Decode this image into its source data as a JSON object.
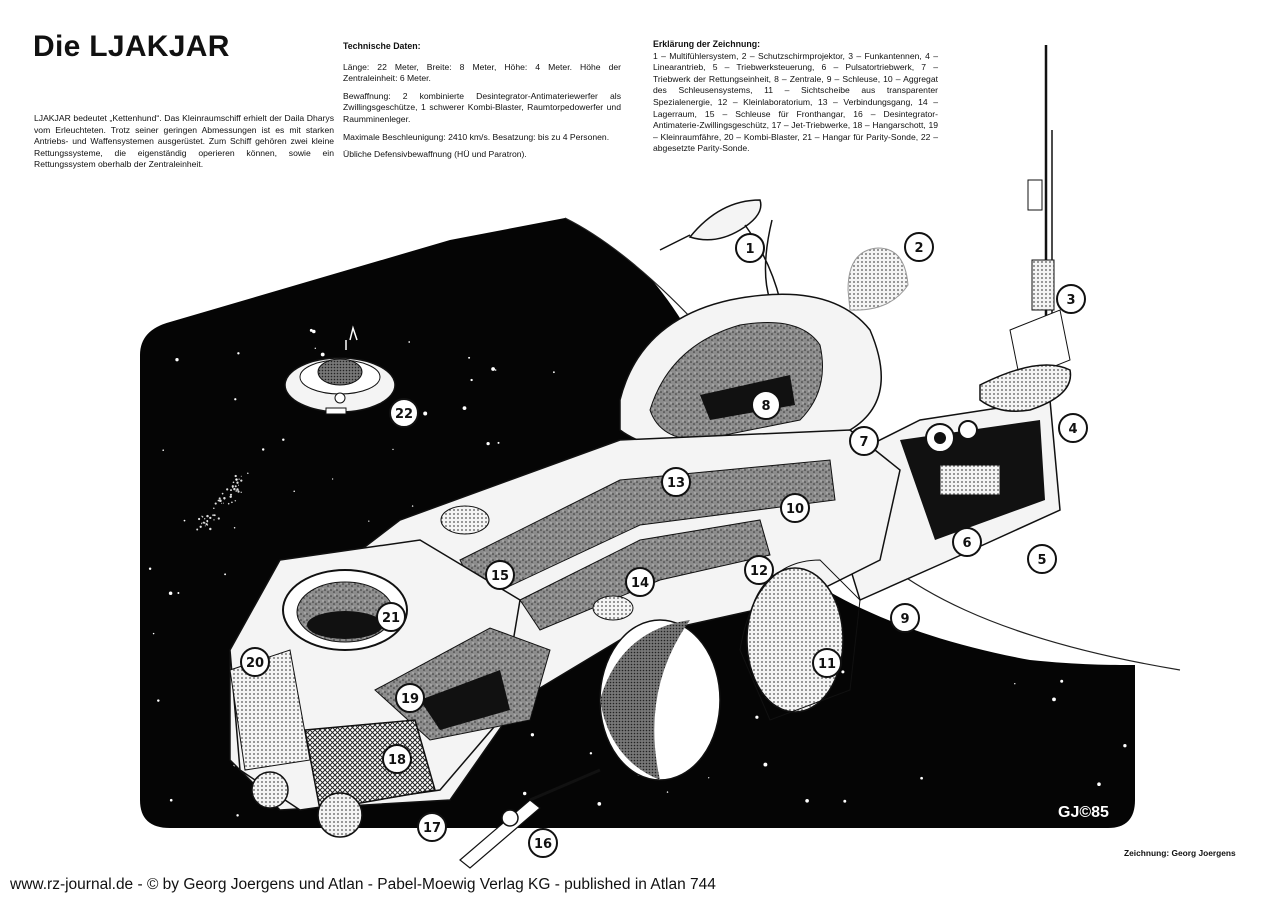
{
  "title": "Die LJAKJAR",
  "intro": "LJAKJAR bedeutet „Kettenhund“. Das Kleinraumschiff erhielt der Daila Dharys vom Erleuchteten. Trotz seiner geringen Abmessungen ist es mit starken Antriebs- und Waffensystemen ausgerüstet. Zum Schiff gehören zwei kleine Rettungssysteme, die eigenständig operieren können, sowie ein Rettungssystem oberhalb der Zentraleinheit.",
  "technical_data": {
    "heading": "Technische Daten:",
    "paragraphs": [
      "Länge: 22 Meter, Breite: 8 Meter, Höhe: 4 Meter. Höhe der Zentraleinheit: 6 Meter.",
      "Bewaffnung: 2 kombinierte Desintegrator-Antimateriewerfer als Zwillingsgeschütze, 1 schwerer Kombi-Blaster, Raumtorpedowerfer und Raumminenleger.",
      "Maximale Beschleunigung: 2410 km/s. Besatzung: bis zu 4 Personen.",
      "Übliche Defensivbewaffnung (HÜ und Paratron)."
    ]
  },
  "legend": {
    "heading": "Erklärung der Zeichnung:",
    "text": "1 – Multifühlersystem, 2 – Schutzschirmprojektor, 3 – Funkantennen, 4 – Linearantrieb, 5 – Triebwerksteuerung, 6 – Pulsatortriebwerk, 7 – Triebwerk der Rettungseinheit, 8 – Zentrale, 9 – Schleuse, 10 – Aggregat des Schleusensystems, 11 – Sichtscheibe aus transparenter Spezialenergie, 12 – Kleinlaboratorium, 13 – Verbindungsgang, 14 – Lagerraum, 15 – Schleuse für Fronthangar, 16 – Desintegrator-Antimaterie-Zwillingsgeschütz, 17 – Jet-Triebwerke, 18 – Hangarschott, 19 – Kleinraumfähre, 20 – Kombi-Blaster, 21 – Hangar für Parity-Sonde, 22 – abgesetzte Parity-Sonde.",
    "items": [
      {
        "n": "1",
        "label": "Multifühlersystem"
      },
      {
        "n": "2",
        "label": "Schutzschirmprojektor"
      },
      {
        "n": "3",
        "label": "Funkantennen"
      },
      {
        "n": "4",
        "label": "Linearantrieb"
      },
      {
        "n": "5",
        "label": "Triebwerksteuerung"
      },
      {
        "n": "6",
        "label": "Pulsatortriebwerk"
      },
      {
        "n": "7",
        "label": "Triebwerk der Rettungseinheit"
      },
      {
        "n": "8",
        "label": "Zentrale"
      },
      {
        "n": "9",
        "label": "Schleuse"
      },
      {
        "n": "10",
        "label": "Aggregat des Schleusensystems"
      },
      {
        "n": "11",
        "label": "Sichtscheibe aus transparenter Spezialenergie"
      },
      {
        "n": "12",
        "label": "Kleinlaboratorium"
      },
      {
        "n": "13",
        "label": "Verbindungsgang"
      },
      {
        "n": "14",
        "label": "Lagerraum"
      },
      {
        "n": "15",
        "label": "Schleuse für Fronthangar"
      },
      {
        "n": "16",
        "label": "Desintegrator-Antimaterie-Zwillingsgeschütz"
      },
      {
        "n": "17",
        "label": "Jet-Triebwerke"
      },
      {
        "n": "18",
        "label": "Hangarschott"
      },
      {
        "n": "19",
        "label": "Kleinraumfähre"
      },
      {
        "n": "20",
        "label": "Kombi-Blaster"
      },
      {
        "n": "21",
        "label": "Hangar für Parity-Sonde"
      },
      {
        "n": "22",
        "label": "abgesetzte Parity-Sonde"
      }
    ]
  },
  "signature": "GJ©85",
  "credit": "Zeichnung: Georg Joergens",
  "footer": "www.rz-journal.de - © by Georg Joergens und Atlan - Pabel-Moewig Verlag KG - published in Atlan 744",
  "colors": {
    "ink": "#111111",
    "paper": "#ffffff",
    "space": "#050505",
    "hull": "#f4f4f4",
    "shade": "#9a9a9a"
  }
}
